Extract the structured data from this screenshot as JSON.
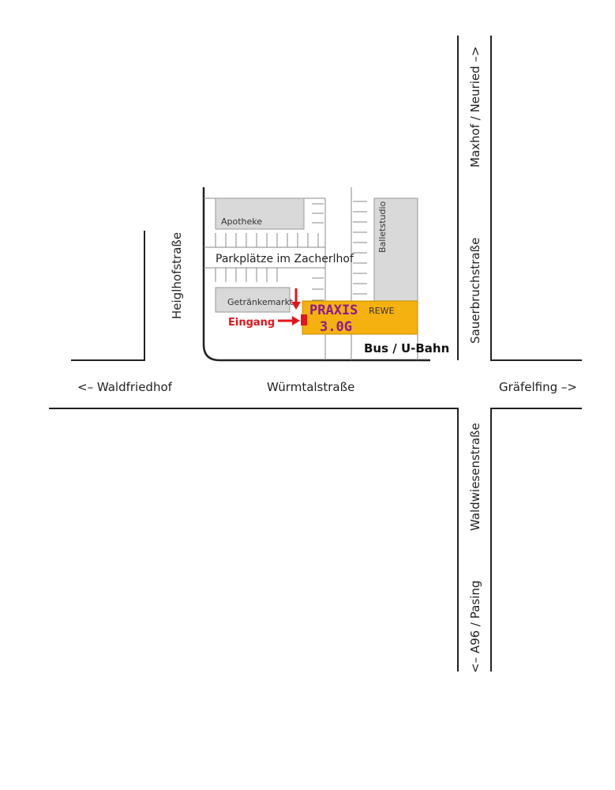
{
  "streets": {
    "wuermtal": "Würmtalstraße",
    "heiglhof": "Heiglhofstraße",
    "sauerbruch": "Sauerbruchstraße",
    "waldwiesen": "Waldwiesenstraße"
  },
  "directions": {
    "waldfriedhof": "<–  Waldfriedhof",
    "graefelfing": "Gräfelfing  –>",
    "maxhof": "Maxhof / Neuried  –>",
    "pasing": "<–  A96 / Pasing"
  },
  "buildings": {
    "apotheke": "Apotheke",
    "parking": "Parkplätze im Zacherlhof",
    "getraenke": "Getränkemarkt",
    "ballet": "Balletstudio",
    "rewe": "REWE",
    "praxis_line1": "PRAXIS",
    "praxis_line2": "3.0G"
  },
  "entrance": "Eingang",
  "transit": "Bus / U-Bahn",
  "colors": {
    "praxis": "#f5b10f",
    "praxis_text": "#8b1a8f",
    "entrance": "#e3151b",
    "building": "#d9d9d9"
  }
}
